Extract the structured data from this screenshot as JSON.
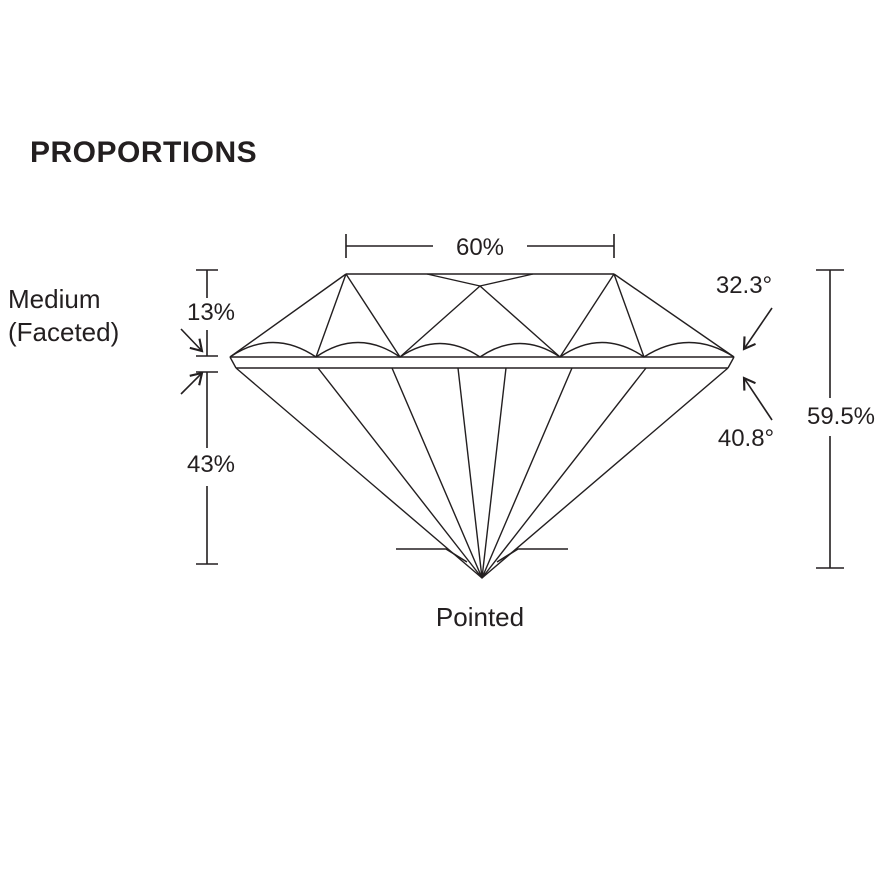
{
  "title": "PROPORTIONS",
  "diagram": {
    "table_size": "60%",
    "crown_height": "13%",
    "pavilion_depth": "43%",
    "total_depth": "59.5%",
    "crown_angle": "32.3°",
    "pavilion_angle": "40.8°",
    "girdle_line1": "Medium",
    "girdle_line2": "(Faceted)",
    "culet": "Pointed"
  },
  "colors": {
    "line": "#231f20",
    "background": "#ffffff"
  }
}
